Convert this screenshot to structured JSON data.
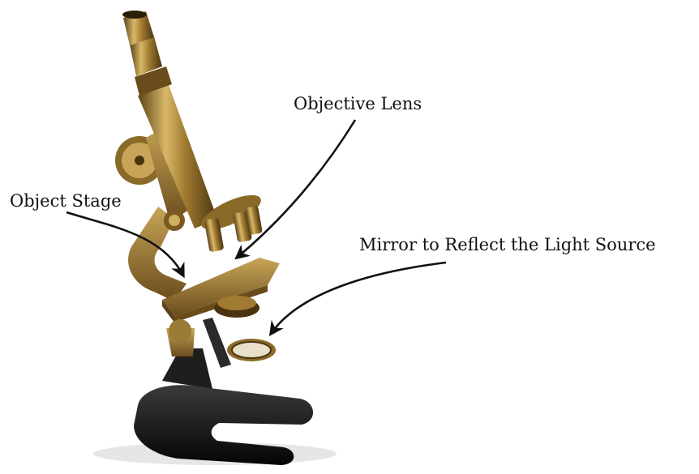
{
  "labels": {
    "objective_lens": "Objective Lens",
    "object_stage": "Object Stage",
    "mirror": "Mirror to Reflect the Light Source"
  },
  "colors": {
    "brass": "#b08a3a",
    "brass_dark": "#6e5220",
    "brass_light": "#e0c078",
    "base": "#1a1a1a",
    "arrow": "#111111"
  }
}
